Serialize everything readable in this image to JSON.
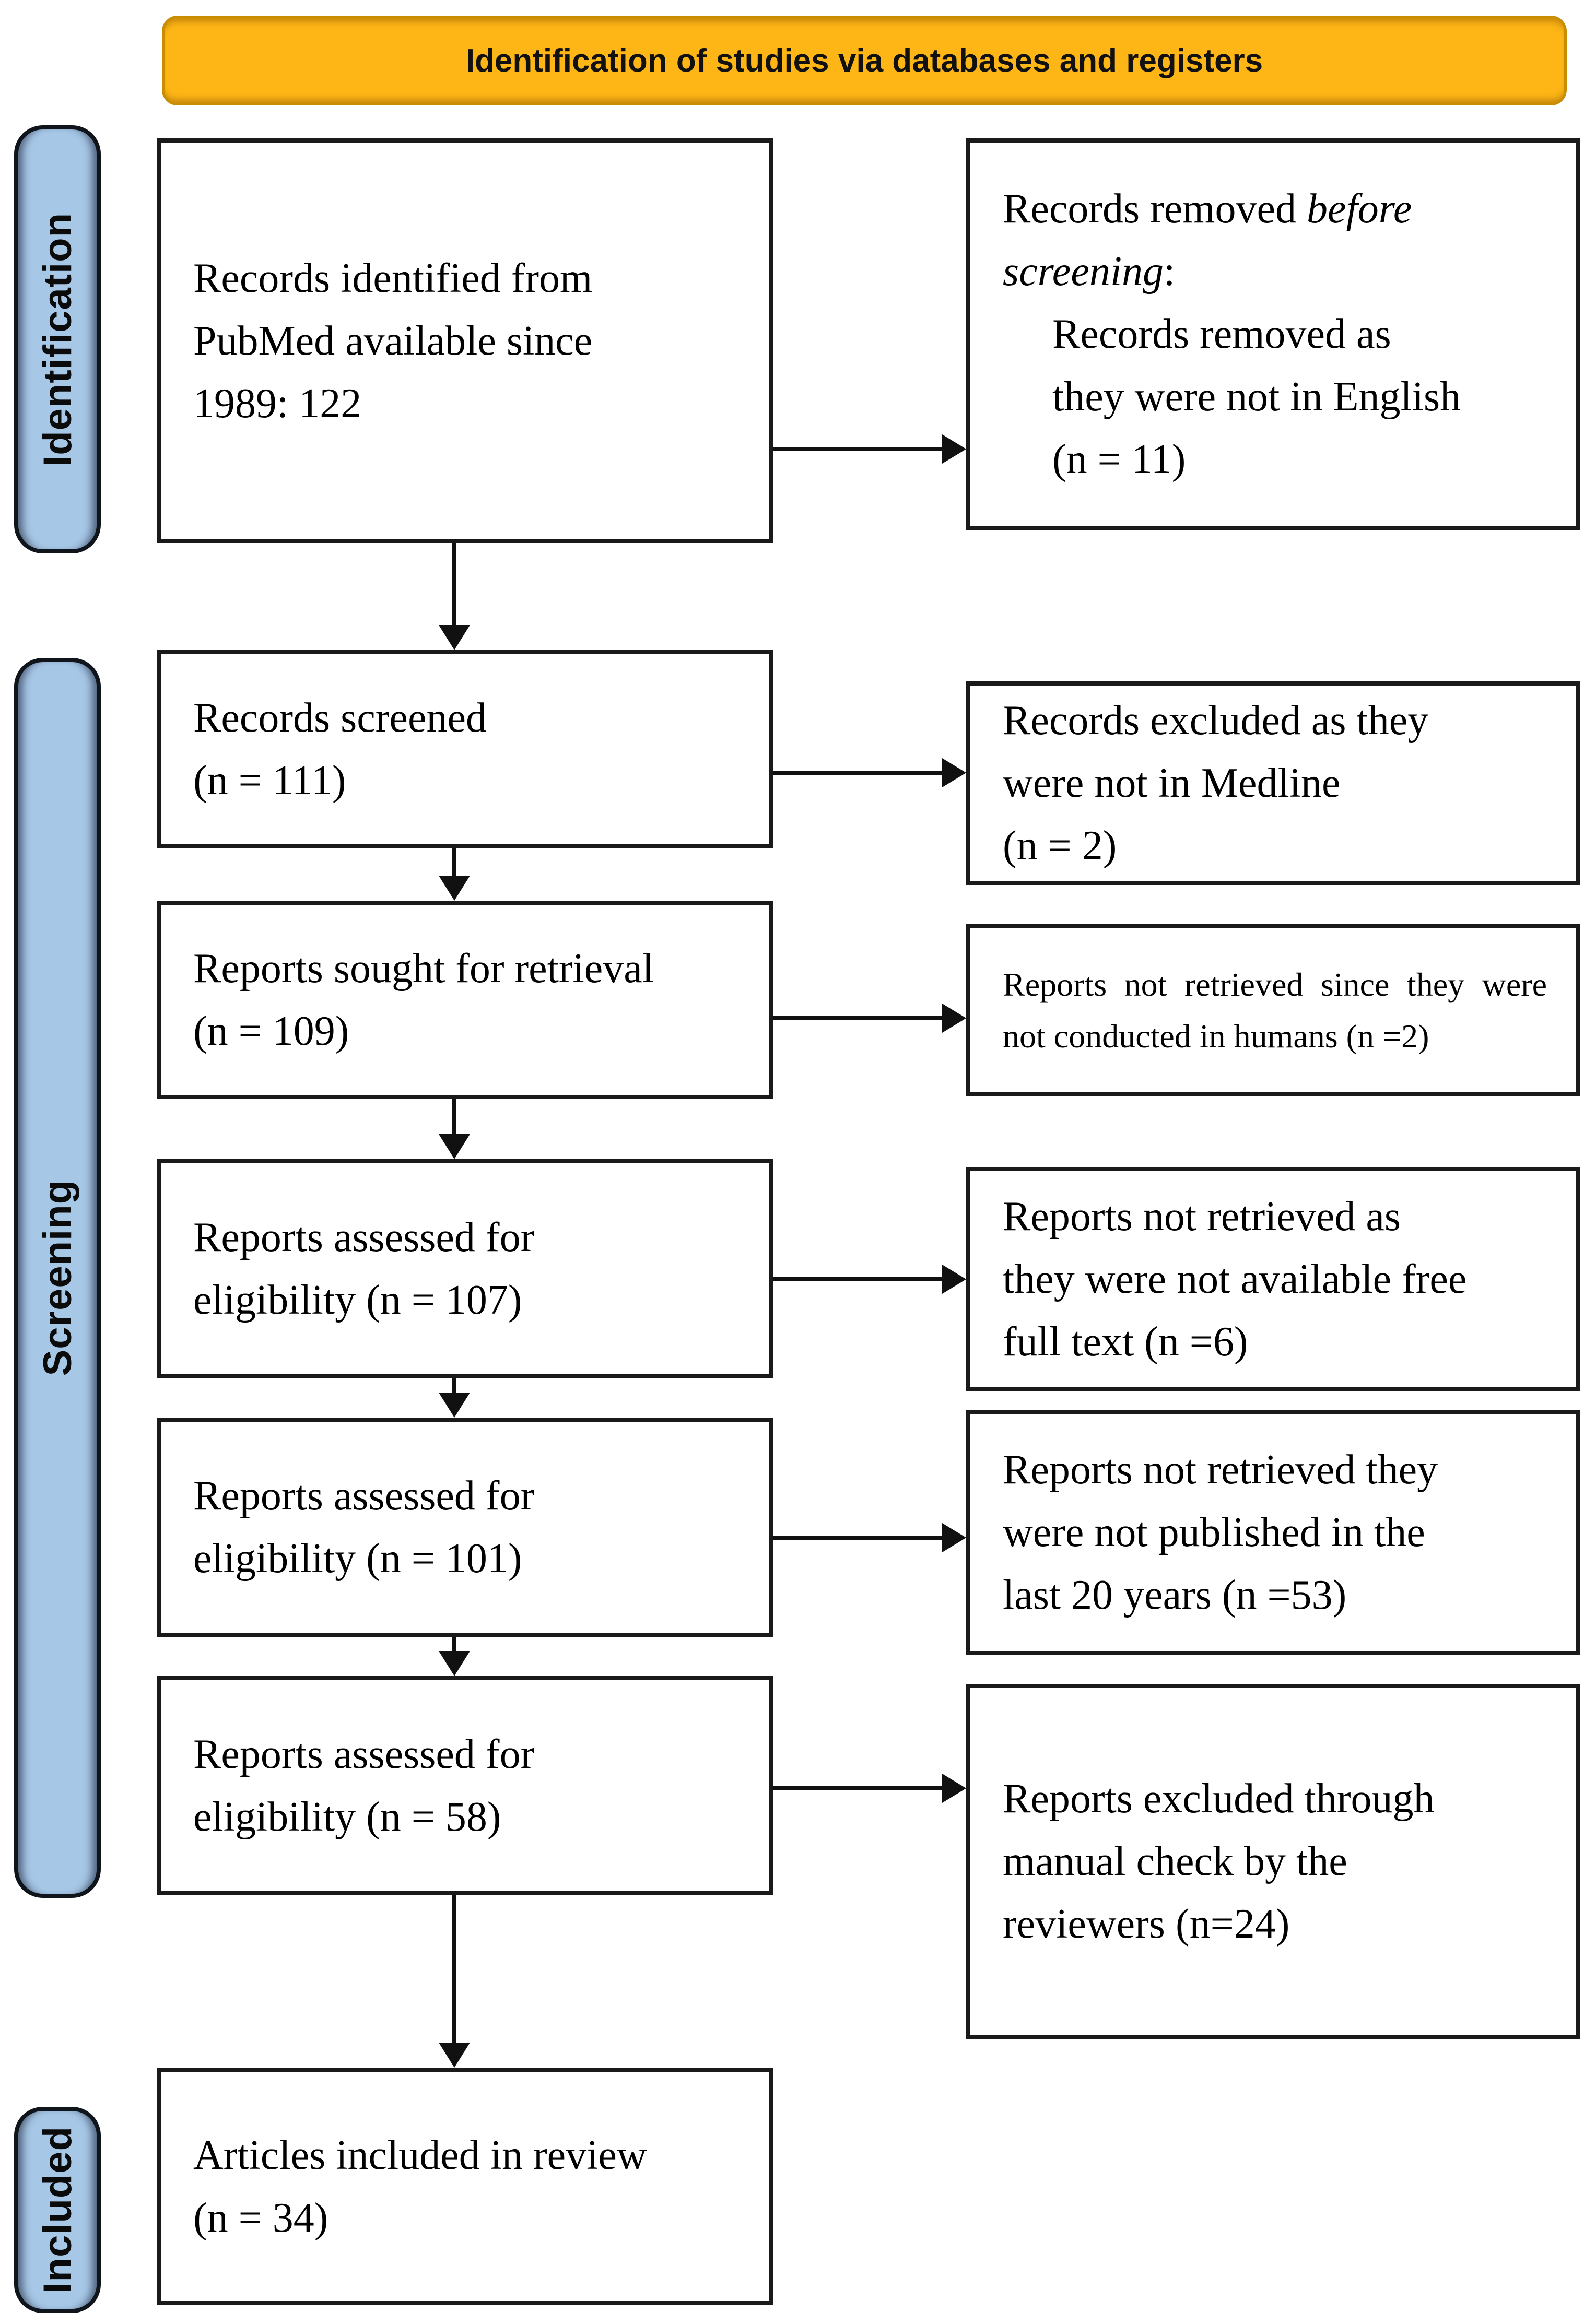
{
  "figure": {
    "banner_title": "Identification of studies via databases and registers"
  },
  "sidebar": {
    "stages": [
      {
        "label": "Identification"
      },
      {
        "label": "Screening"
      },
      {
        "label": "Included"
      }
    ]
  },
  "flow": {
    "left_boxes": [
      {
        "text": "Records identified from\nPubMed available since\n1989: 122"
      },
      {
        "text": "Records screened\n(n = 111)"
      },
      {
        "text": "Reports sought for retrieval\n(n = 109)"
      },
      {
        "text": "Reports assessed for\neligibility (n = 107)"
      },
      {
        "text": "Reports assessed for\neligibility (n = 101)"
      },
      {
        "text": "Reports assessed for\neligibility (n = 58)"
      },
      {
        "text": "Articles included in review\n(n = 34)"
      }
    ],
    "right_boxes": [
      {
        "prefix": "Records removed ",
        "italic": "before screening",
        "suffix": ":",
        "detail": "Records removed as\nthey were not in English\n(n = 11)"
      },
      {
        "text": "Records excluded as they\nwere not in Medline\n(n = 2)"
      },
      {
        "text": "Reports not retrieved since they were not conducted in humans (n =2)"
      },
      {
        "text": "Reports not retrieved as\nthey were not available free\nfull text (n =6)"
      },
      {
        "text": "Reports not retrieved they\nwere not published in the\nlast 20 years (n =53)"
      },
      {
        "text": "Reports excluded through\nmanual check by the\nreviewers (n=24)"
      }
    ]
  },
  "colors": {
    "header_bg": "#FDB615",
    "header_border": "#C88D00",
    "stage_bg": "#A7C7E7",
    "stage_border": "#10151C",
    "box_border": "#1A1A1A",
    "arrow": "#111111"
  }
}
